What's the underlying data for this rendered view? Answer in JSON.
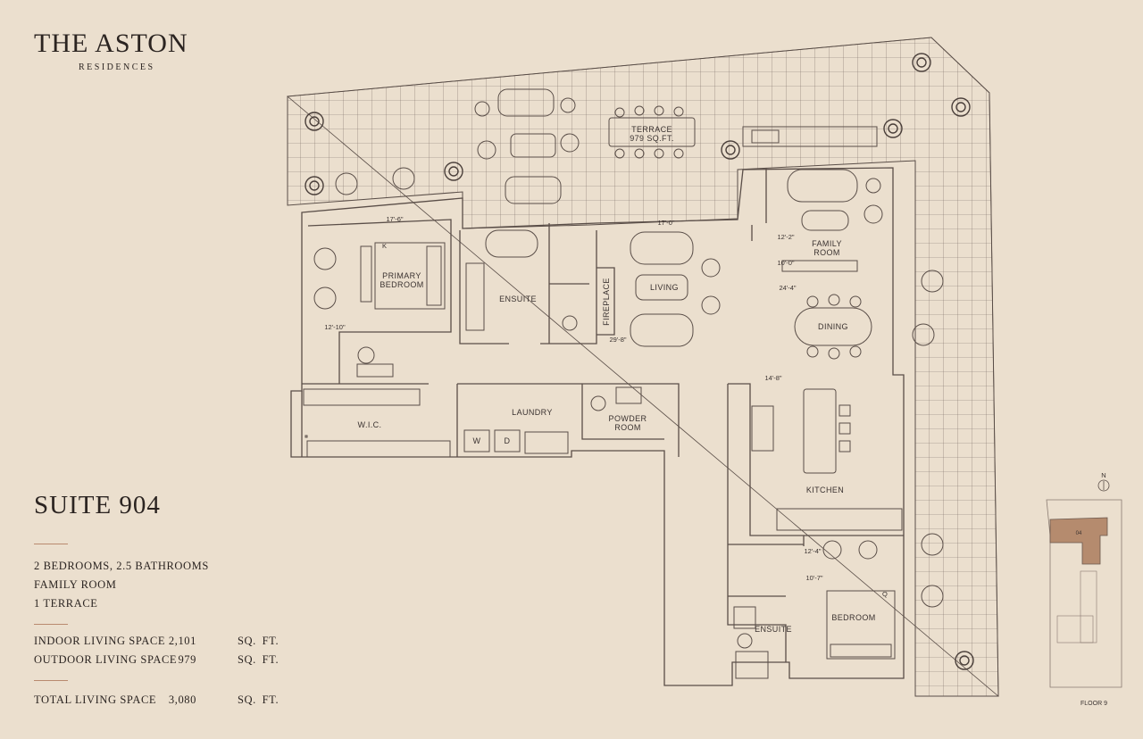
{
  "brand": {
    "title": "THE ASTON",
    "subtitle": "RESIDENCES"
  },
  "suite": {
    "title": "SUITE 904"
  },
  "features": [
    "2 BEDROOMS, 2.5 BATHROOMS",
    "FAMILY ROOM",
    "1 TERRACE"
  ],
  "areas": [
    {
      "label": "INDOOR LIVING SPACE",
      "value": "2,101",
      "unit": "SQ. FT."
    },
    {
      "label": "OUTDOOR LIVING SPACE",
      "value": "979",
      "unit": "SQ. FT."
    }
  ],
  "total": {
    "label": "TOTAL LIVING SPACE",
    "value": "3,080",
    "unit": "SQ. FT."
  },
  "plan": {
    "rooms": {
      "terrace": "TERRACE",
      "terrace_area": "979 SQ.FT.",
      "primary_bedroom_1": "PRIMARY",
      "primary_bedroom_2": "BEDROOM",
      "ensuite": "ENSUITE",
      "fireplace": "FIREPLACE",
      "living": "LIVING",
      "family_room_1": "FAMILY",
      "family_room_2": "ROOM",
      "dining": "DINING",
      "wic": "W.I.C.",
      "laundry": "LAUNDRY",
      "powder_room_1": "POWDER",
      "powder_room_2": "ROOM",
      "kitchen": "KITCHEN",
      "bedroom": "BEDROOM",
      "ensuite_2": "ENSUITE",
      "washer": "W",
      "dryer": "D",
      "k_mark": "K",
      "q_mark": "Q"
    },
    "dimensions": {
      "primary_width": "17'-6\"",
      "primary_depth": "12'-10\"",
      "living_width": "17'-0\"",
      "living_depth": "29'-8\"",
      "family_width": "12'-2\"",
      "family_depth": "10'-0\"",
      "dining_depth": "24'-4\"",
      "kitchen_width": "14'-8\"",
      "bedroom_width": "12'-4\"",
      "bedroom_depth": "10'-7\""
    }
  },
  "keyplan": {
    "north": "N",
    "unit": "04",
    "floor": "FLOOR 9"
  },
  "colors": {
    "background": "#ebdfce",
    "ink": "#2b2421",
    "accent": "#b98a6f",
    "suite_highlight": "#b58b6e"
  }
}
